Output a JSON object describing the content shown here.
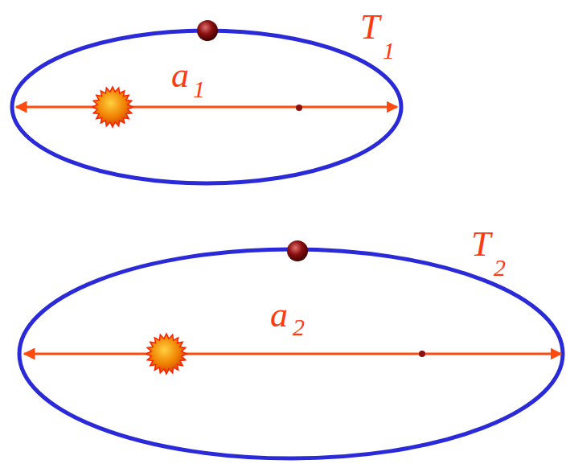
{
  "diagram": {
    "labels": [
      "T",
      "1",
      "a",
      "1",
      "T",
      "2",
      "a",
      "2"
    ]
  }
}
